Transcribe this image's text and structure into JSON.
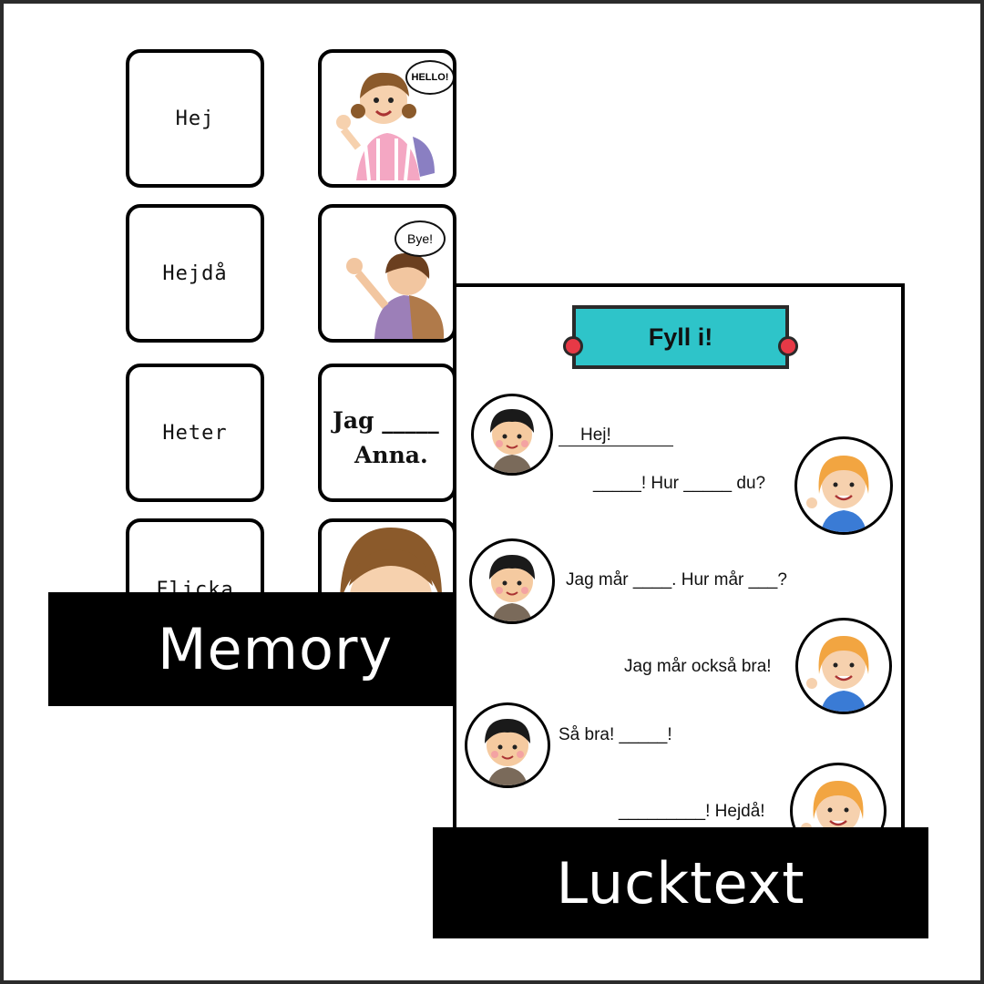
{
  "memory": {
    "words": [
      "Hej",
      "Hejdå",
      "Heter",
      "Flicka"
    ],
    "picture_cards": [
      {
        "icon": "waving-girl-icon",
        "bubble": "HELLO!"
      },
      {
        "icon": "waving-boy-icon",
        "bubble": "Bye!"
      },
      {
        "line1": "Jag _____",
        "line2": "Anna."
      },
      {
        "icon": "girl-face-icon"
      }
    ],
    "banner": "Memory"
  },
  "worksheet": {
    "title": "Fyll i!",
    "lines": [
      "Hej!",
      "_____! Hur _____ du?",
      "Jag mår ____. Hur mår ___?",
      "Jag mår också bra!",
      "Så bra! _____!",
      "_________! Hejdå!"
    ],
    "banner": "Lucktext"
  },
  "colors": {
    "title_bg": "#2ec4c9",
    "accent_dot": "#e63946"
  }
}
